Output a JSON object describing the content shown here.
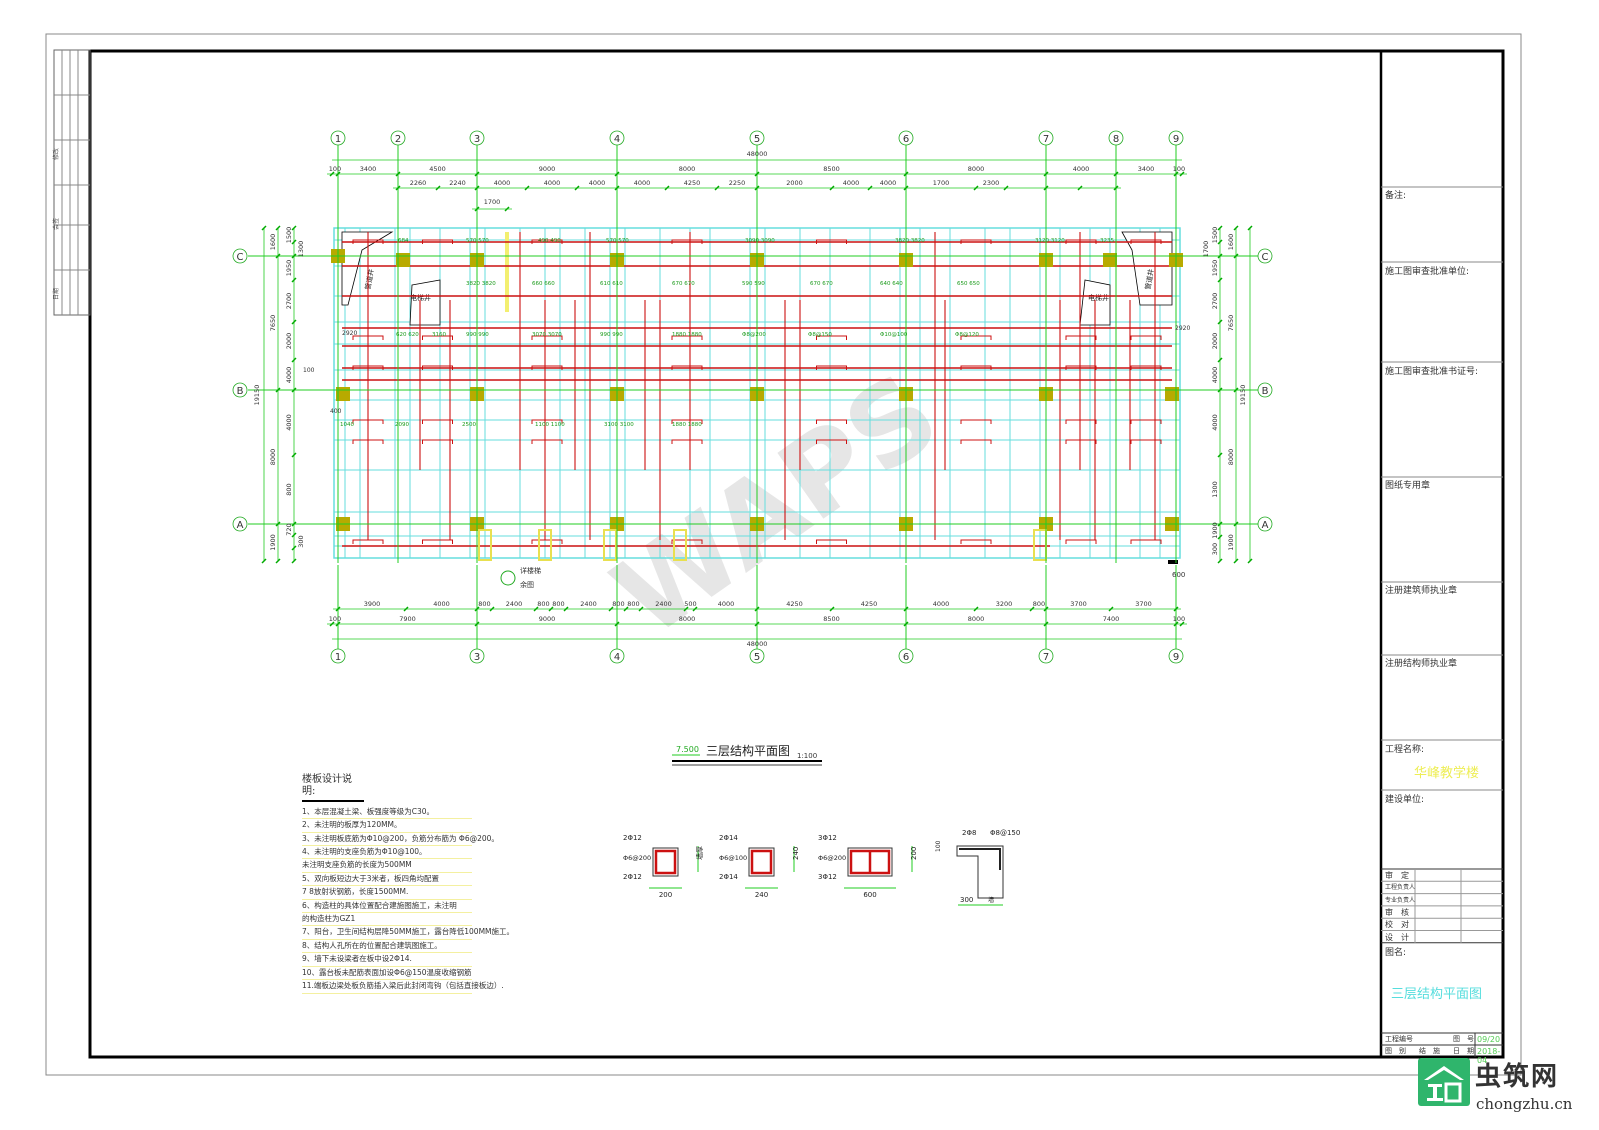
{
  "drawing": {
    "title": "三层结构平面图",
    "elevation": "7.500",
    "scale": "1:100",
    "watermark": "WAPS",
    "axes_x": [
      "1",
      "2",
      "3",
      "4",
      "5",
      "6",
      "7",
      "8",
      "9"
    ],
    "axes_x_bottom": [
      "1",
      "3",
      "4",
      "5",
      "6",
      "7",
      "9"
    ],
    "axes_y": [
      "C",
      "B",
      "A"
    ],
    "total_length": "48000",
    "total_width": "19150",
    "top_dims_1": [
      "100",
      "3400",
      "4500",
      "9000",
      "8000",
      "8500",
      "8000",
      "4000",
      "3400",
      "100"
    ],
    "top_dims_2": [
      "2260",
      "2240",
      "4000",
      "4000",
      "4000",
      "4000",
      "4250",
      "2250",
      "2000",
      "4000",
      "4000",
      "1700",
      "2300"
    ],
    "top_dim_extra": "1700",
    "bottom_dims_1": [
      "3900",
      "4000",
      "800",
      "2400",
      "800",
      "800",
      "2400",
      "800",
      "800",
      "2400",
      "500",
      "4000",
      "4250",
      "4250",
      "4000",
      "3200",
      "800",
      "3700",
      "3700"
    ],
    "bottom_dims_2": [
      "100",
      "7900",
      "9000",
      "8000",
      "8500",
      "8000",
      "7400",
      "100"
    ],
    "left_dims_outer": [
      "1600",
      "7650",
      "8000",
      "1900"
    ],
    "left_dims_inner": [
      "1500",
      "1300",
      "1950",
      "2700",
      "2000",
      "4000",
      "4000",
      "800",
      "720",
      "300"
    ],
    "right_dims_outer": [
      "1600",
      "7650",
      "8000",
      "1900"
    ],
    "right_dims_inner": [
      "1500",
      "1700",
      "1950",
      "2700",
      "2000",
      "4000",
      "4000",
      "1300",
      "1900",
      "300"
    ],
    "room_labels": [
      "电梯井",
      "电梯井",
      "管道井",
      "管道井"
    ],
    "misc_labels": [
      "100",
      "400",
      "2920",
      "2920",
      "600",
      "详楼梯",
      "余图"
    ],
    "rebar_labels": [
      "684",
      "570 570",
      "490 490",
      "570 570",
      "3090 3090",
      "3820 3820",
      "3120 3120",
      "3235",
      "3820 3820",
      "660 660",
      "610 610",
      "670 670",
      "590 590",
      "670 670",
      "640 640",
      "650 650",
      "620 620",
      "3160",
      "990 990",
      "3070 3070",
      "990 990",
      "1880 1880",
      "Φ8@200",
      "Φ8@150",
      "Φ10@100",
      "Φ8@120",
      "1040",
      "2090",
      "2500",
      "1100 1100",
      "3100 3100",
      "1880 1880"
    ]
  },
  "sections": [
    {
      "top": "2Φ12",
      "stirrup": "Φ6@200",
      "bottom": "2Φ12",
      "width": "200",
      "height": "墙厚"
    },
    {
      "top": "2Φ14",
      "stirrup": "Φ6@100",
      "bottom": "2Φ14",
      "width": "240",
      "height": "240"
    },
    {
      "top": "3Φ12",
      "stirrup": "Φ6@200",
      "bottom": "3Φ12",
      "width": "600",
      "height": "200"
    },
    {
      "top": "2Φ8",
      "stirrup": "Φ8@150",
      "side": "100",
      "width1": "300",
      "width2": "墙"
    }
  ],
  "notes": {
    "title": "楼板设计说明:",
    "items": [
      "1、本层混凝土梁、板强度等级为C30。",
      "2、未注明的板厚为120MM。",
      "3、未注明板底筋为Φ10@200，负筋分布筋为 Φ6@200。",
      "4、未注明的支座负筋为Φ10@100。",
      "未注明支座负筋的长度为500MM",
      "5、双向板短边大于3米者，板四角均配置",
      "   7 8放射状钢筋，长度1500MM.",
      "6、构造柱的具体位置配合建施图施工，未注明",
      "   的构造柱为GZ1",
      "7、阳台，卫生间结构层降50MM施工，露台降低100MM施工。",
      "8、结构人孔所在的位置配合建筑图施工。",
      "9、墙下未设梁者在板中设2Φ14.",
      "10、露台板未配筋表面加设Φ6@150温度收缩钢筋",
      "11.端板边梁处板负筋插入梁后此封闭弯钩（包括直接板边）."
    ]
  },
  "title_block": {
    "remarks": "备注:",
    "review_unit": "施工图审查批准单位:",
    "review_cert": "施工图审查批准书证号:",
    "seal": "图纸专用章",
    "architect_seal": "注册建筑师执业章",
    "structural_seal": "注册结构师执业章",
    "project_name_label": "工程名称:",
    "project_name": "华峰教学楼",
    "client_label": "建设单位:",
    "signoffs": [
      "审　定",
      "工程负责人",
      "专业负责人",
      "审　核",
      "校　对",
      "设　计"
    ],
    "drawing_name_label": "图名:",
    "drawing_name": "三层结构平面图",
    "project_no_label": "工程编号",
    "sheet_no_label": "图　号",
    "sheet_no": "09/20",
    "category_label": "图　别",
    "category": "结　施",
    "date_label": "日　期",
    "date": "2018-04"
  },
  "left_strip": {
    "labels": [
      "修改",
      "会签",
      "日期"
    ]
  },
  "brand": {
    "name": "筑网",
    "prefix": "虫",
    "url": "chongzhu.cn"
  },
  "colors": {
    "grid": "#22cc22",
    "beam": "#cc1111",
    "slab": "#66dddd",
    "column": "#b8aa00",
    "text": "#333333"
  }
}
